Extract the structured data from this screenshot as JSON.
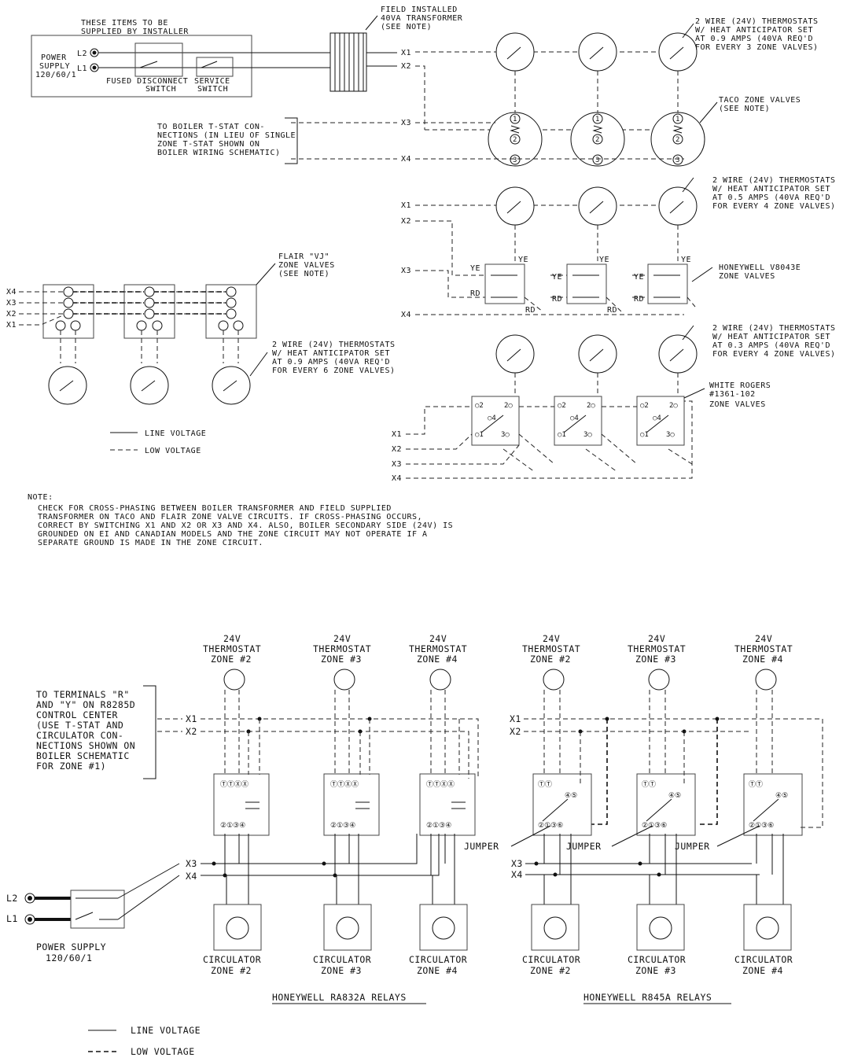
{
  "top": {
    "installer_note": [
      "THESE ITEMS TO BE",
      "SUPPLIED BY INSTALLER"
    ],
    "power_supply": [
      "POWER",
      "SUPPLY",
      "120/60/1"
    ],
    "l2": "L2",
    "l1": "L1",
    "fused_disconnect": [
      "FUSED DISCONNECT",
      "SWITCH"
    ],
    "service_switch": [
      "SERVICE",
      "SWITCH"
    ],
    "transformer_note": [
      "FIELD INSTALLED",
      "40VA TRANSFORMER",
      "(SEE NOTE)"
    ],
    "boiler_tstat_note": [
      "TO BOILER T-STAT CON-",
      "NECTIONS (IN LIEU OF SINGLE",
      "ZONE T-STAT SHOWN ON",
      "BOILER WIRING SCHEMATIC)"
    ],
    "taco_tstat_note": [
      "2 WIRE (24V) THERMOSTATS",
      "W/ HEAT ANTICIPATOR SET",
      "AT 0.9 AMPS (40VA REQ'D",
      "FOR EVERY 3 ZONE VALVES)"
    ],
    "taco_valves": [
      "TACO ZONE VALVES",
      "(SEE NOTE)"
    ],
    "v8043_tstat_note": [
      "2 WIRE (24V) THERMOSTATS",
      "W/ HEAT ANTICIPATOR SET",
      "AT 0.5 AMPS (40VA REQ'D",
      "FOR EVERY 4 ZONE VALVES)"
    ],
    "v8043_valves": [
      "HONEYWELL V8043E",
      "ZONE VALVES"
    ],
    "flair_valves": [
      "FLAIR \"VJ\"",
      "ZONE VALVES",
      "(SEE NOTE)"
    ],
    "flair_tstat_note": [
      "2 WIRE (24V) THERMOSTATS",
      "W/ HEAT ANTICIPATOR SET",
      "AT 0.9 AMPS (40VA REQ'D",
      "FOR EVERY 6 ZONE VALVES)"
    ],
    "wr_tstat_note": [
      "2 WIRE (24V) THERMOSTATS",
      "W/ HEAT ANTICIPATOR SET",
      "AT 0.3 AMPS (40VA REQ'D",
      "FOR EVERY 4 ZONE VALVES)"
    ],
    "wr_valves": [
      "WHITE ROGERS",
      "#1361-102",
      "ZONE VALVES"
    ],
    "ye": "YE",
    "rd": "RD",
    "legend": {
      "line": "LINE VOLTAGE",
      "low": "LOW VOLTAGE"
    },
    "note_title": "NOTE:",
    "note_lines": [
      "CHECK FOR CROSS-PHASING BETWEEN BOILER TRANSFORMER AND FIELD SUPPLIED",
      "TRANSFORMER ON TACO AND FLAIR ZONE VALVE CIRCUITS. IF CROSS-PHASING OCCURS,",
      "CORRECT BY SWITCHING X1 AND X2 OR X3 AND X4. ALSO, BOILER SECONDARY SIDE (24V) IS",
      "GROUNDED ON EI AND CANADIAN MODELS AND THE ZONE CIRCUIT MAY NOT OPERATE IF A",
      "SEPARATE GROUND IS MADE IN THE ZONE CIRCUIT."
    ]
  },
  "wires": {
    "x1": "X1",
    "x2": "X2",
    "x3": "X3",
    "x4": "X4"
  },
  "bottom": {
    "thermostat": [
      "24V",
      "THERMOSTAT"
    ],
    "zones": [
      "ZONE #2",
      "ZONE #3",
      "ZONE #4"
    ],
    "circulator": "CIRCULATOR",
    "terminals_note": [
      "TO TERMINALS \"R\"",
      "AND \"Y\" ON R8285D",
      "CONTROL CENTER",
      "(USE T-STAT AND",
      "CIRCULATOR CON-",
      "NECTIONS SHOWN ON",
      "BOILER SCHEMATIC",
      "FOR ZONE #1)"
    ],
    "power_supply": [
      "POWER SUPPLY",
      "120/60/1"
    ],
    "l2": "L2",
    "l1": "L1",
    "jumper": "JUMPER",
    "ra832a": "HONEYWELL RA832A RELAYS",
    "r845a": "HONEYWELL R845A RELAYS",
    "legend": {
      "line": "LINE VOLTAGE",
      "low": "LOW VOLTAGE"
    }
  }
}
